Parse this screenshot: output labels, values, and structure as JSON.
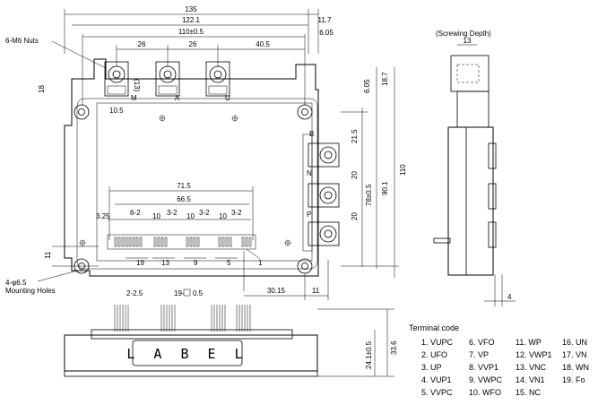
{
  "top_view": {
    "dims": {
      "d135": "135",
      "d122_1": "122.1",
      "d110": "110±0.5",
      "d11_7": "11.7",
      "d6_05_top": "6.05",
      "d26_a": "26",
      "d26_b": "26",
      "d40_5": "40.5",
      "d13": "(13)",
      "d18": "18",
      "d10_5": "10.5",
      "d6_05_side": "6.05",
      "d18_7": "18.7",
      "d21_5": "21.5",
      "d20_a": "20",
      "d20_b": "20",
      "d78": "78±0.5",
      "d90_1": "90.1",
      "d110_v": "110",
      "d71_5": "71.5",
      "d66_5": "66.5",
      "d3_25": "3.25",
      "g1": "6-2",
      "g2": "10",
      "g3": "3-2",
      "g4": "10",
      "g5": "3-2",
      "g6": "10",
      "g7": "3-2",
      "d11_left": "11",
      "d30_15": "30.15",
      "d11_right": "11"
    },
    "labels": {
      "nuts": "6-M6 Nuts",
      "holes_a": "4-φ6.5",
      "holes_b": "Mounting Holes",
      "t_b": "B",
      "t_n": "N",
      "t_p": "P",
      "t_m": "M",
      "t_a": "A",
      "t_u": "U",
      "pin19": "19",
      "pin13": "13",
      "pin9": "9",
      "pin5": "5",
      "pin1": "1"
    }
  },
  "side_view": {
    "screw_depth": "(Screwing Depth)",
    "d13": "13",
    "d4": "4"
  },
  "front_view": {
    "pin_pitch": "2-2.5",
    "pin_size_a": "19-",
    "pin_size_b": "0.5",
    "label_text": "L A B E L",
    "d24_1": "24.1±0.5",
    "d33_6": "33.6"
  },
  "terminal_code": {
    "title": "Terminal code",
    "items": [
      "1. VUPC",
      "2. UFO",
      "3. UP",
      "4. VUP1",
      "5. VVPC",
      "6. VFO",
      "7. VP",
      "8. VVP1",
      "9. VWPC",
      "10. WFO",
      "11. WP",
      "12. VWP1",
      "13. VNC",
      "14. VN1",
      "15. NC",
      "16. UN",
      "17. VN",
      "18. WN",
      "19. Fo"
    ]
  }
}
